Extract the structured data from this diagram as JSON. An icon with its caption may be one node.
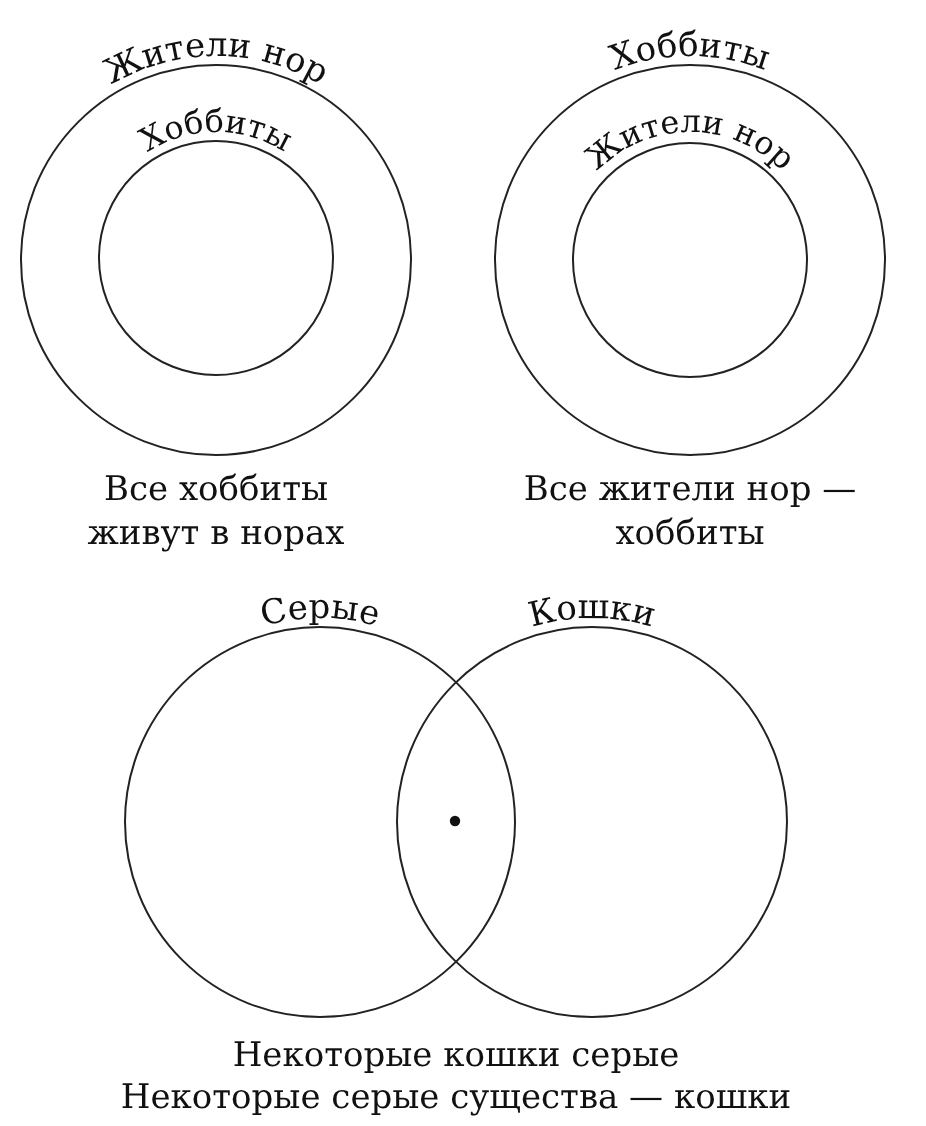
{
  "diagram": {
    "nodes": [
      {
        "text": [
          "Жители нор"
        ]
      },
      {
        "text": [
          "Хоббиты"
        ],
        "in": 0
      },
      {
        "text": [
          "Хоббиты"
        ]
      },
      {
        "text": [
          "Жители нор"
        ],
        "in": 2
      },
      {
        "text": [
          "Серые"
        ]
      },
      {
        "text": [
          "Кошки"
        ]
      }
    ],
    "labels": [
      "Все хоббиты живут в норах",
      "Все жители нор — хоббиты",
      "Некоторые кошки серые",
      "Некоторые серые существа — кошки"
    ]
  }
}
